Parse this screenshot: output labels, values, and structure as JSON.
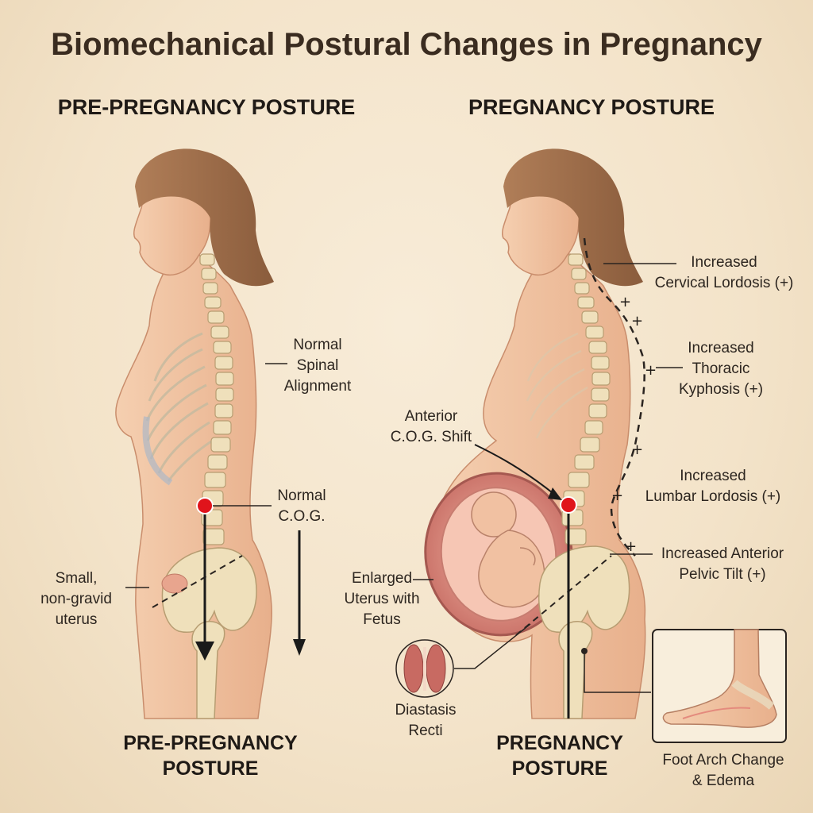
{
  "title": "Biomechanical Postural Changes in Pregnancy",
  "left_panel": {
    "heading": "PRE-PREGNANCY POSTURE",
    "footer_line1": "PRE-PREGNANCY",
    "footer_line2": "POSTURE",
    "labels": {
      "spinal_alignment": [
        "Normal",
        "Spinal",
        "Alignment"
      ],
      "cog": [
        "Normal",
        "C.O.G."
      ],
      "uterus": [
        "Small,",
        "non-gravid",
        "uterus"
      ]
    }
  },
  "right_panel": {
    "heading": "PREGNANCY POSTURE",
    "footer_line1": "PREGNANCY",
    "footer_line2": "POSTURE",
    "labels": {
      "cervical": [
        "Increased",
        "Cervical Lordosis (+)"
      ],
      "thoracic": [
        "Increased",
        "Thoracic",
        "Kyphosis (+)"
      ],
      "cog_shift": [
        "Anterior",
        "C.O.G. Shift"
      ],
      "lumbar": [
        "Increased",
        "Lumbar Lordosis (+)"
      ],
      "pelvic": [
        "Increased Anterior",
        "Pelvic Tilt (+)"
      ],
      "uterus": [
        "Enlarged",
        "Uterus with",
        "Fetus"
      ],
      "diastasis": [
        "Diastasis",
        "Recti"
      ],
      "foot": [
        "Foot Arch Change",
        "& Edema"
      ]
    }
  },
  "colors": {
    "skin": "#f2c4a0",
    "hair": "#9a6a47",
    "bone": "#efe0bb",
    "cog_marker": "#e0141b",
    "uterus": "#d98c84"
  }
}
